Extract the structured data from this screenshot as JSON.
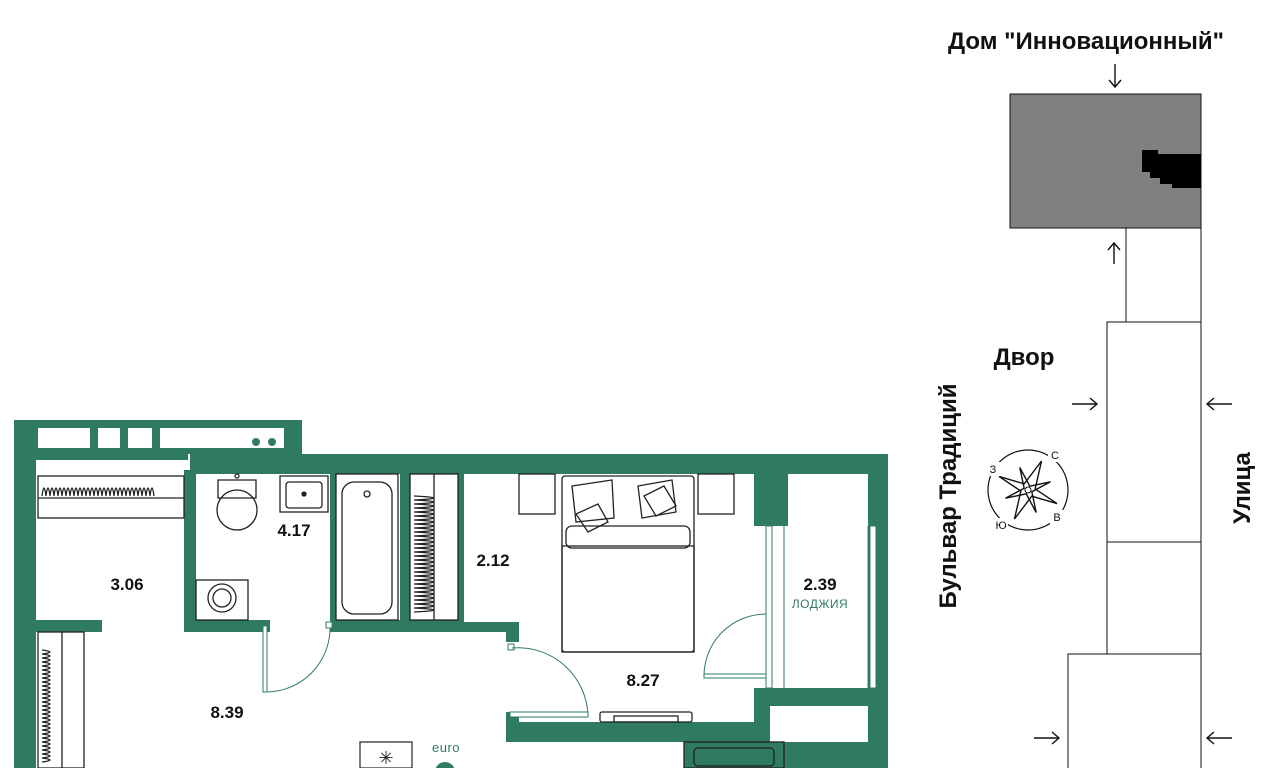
{
  "site": {
    "house_label": "Дом \"Инновационный\"",
    "yard_label": "Двор",
    "boulevard_label": "Бульвар Традиций",
    "street_label": "Улица"
  },
  "compass": {
    "north": "С",
    "east": "В",
    "south": "Ю",
    "west": "З"
  },
  "rooms": [
    {
      "area": "3.06"
    },
    {
      "area": "4.17"
    },
    {
      "area": "2.12"
    },
    {
      "area": "8.27"
    },
    {
      "area": "2.39",
      "note": "ЛОДЖИЯ"
    },
    {
      "area": "8.39"
    }
  ],
  "tag": {
    "euro_label": "euro"
  },
  "colors": {
    "wall": "#2f7a63",
    "building_fill": "#808080",
    "accent_text": "#2f7a63"
  }
}
